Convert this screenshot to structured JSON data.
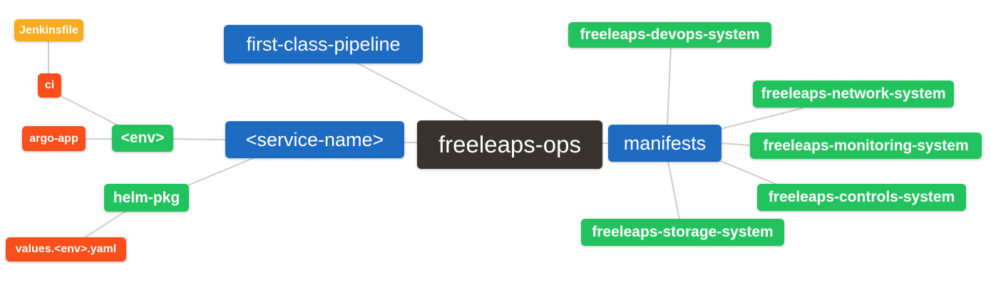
{
  "diagram": {
    "type": "mindmap",
    "colors": {
      "root_node": "#393330",
      "branch_node": "#1e6bc2",
      "leaf_green": "#22c35e",
      "leaf_red": "#fa4e1b",
      "leaf_amber": "#fbab1f",
      "edge": "#cdcdcd",
      "node_text": "#ffffff",
      "background": "#ffffff"
    },
    "nodes": [
      {
        "id": "jenkinsfile",
        "label": "Jenkinsfile",
        "color": "amber"
      },
      {
        "id": "ci",
        "label": "ci",
        "color": "red"
      },
      {
        "id": "argo-app",
        "label": "argo-app",
        "color": "red"
      },
      {
        "id": "env",
        "label": "<env>",
        "color": "green"
      },
      {
        "id": "helm-pkg",
        "label": "helm-pkg",
        "color": "green"
      },
      {
        "id": "values-env-yaml",
        "label": "values.<env>.yaml",
        "color": "red"
      },
      {
        "id": "first-class-pipeline",
        "label": "first-class-pipeline",
        "color": "blue"
      },
      {
        "id": "service-name",
        "label": "<service-name>",
        "color": "blue"
      },
      {
        "id": "freeleaps-ops",
        "label": "freeleaps-ops",
        "color": "dark"
      },
      {
        "id": "manifests",
        "label": "manifests",
        "color": "blue"
      },
      {
        "id": "freeleaps-devops-system",
        "label": "freeleaps-devops-system",
        "color": "green"
      },
      {
        "id": "freeleaps-network-system",
        "label": "freeleaps-network-system",
        "color": "green"
      },
      {
        "id": "freeleaps-monitoring-system",
        "label": "freeleaps-monitoring-system",
        "color": "green"
      },
      {
        "id": "freeleaps-controls-system",
        "label": "freeleaps-controls-system",
        "color": "green"
      },
      {
        "id": "freeleaps-storage-system",
        "label": "freeleaps-storage-system",
        "color": "green"
      }
    ],
    "edges": [
      [
        "jenkinsfile",
        "ci"
      ],
      [
        "ci",
        "env"
      ],
      [
        "argo-app",
        "env"
      ],
      [
        "env",
        "service-name"
      ],
      [
        "service-name",
        "helm-pkg"
      ],
      [
        "helm-pkg",
        "values-env-yaml"
      ],
      [
        "first-class-pipeline",
        "freeleaps-ops"
      ],
      [
        "service-name",
        "freeleaps-ops"
      ],
      [
        "freeleaps-ops",
        "manifests"
      ],
      [
        "manifests",
        "freeleaps-devops-system"
      ],
      [
        "manifests",
        "freeleaps-network-system"
      ],
      [
        "manifests",
        "freeleaps-monitoring-system"
      ],
      [
        "manifests",
        "freeleaps-controls-system"
      ],
      [
        "manifests",
        "freeleaps-storage-system"
      ]
    ]
  }
}
